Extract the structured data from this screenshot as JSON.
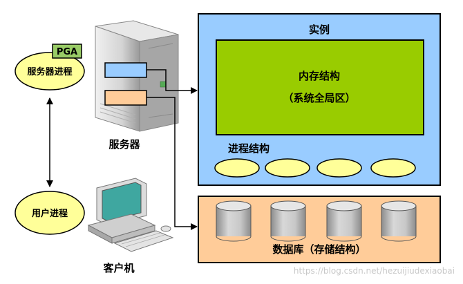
{
  "instance": {
    "title": "实例",
    "memory_title": "内存结构",
    "memory_subtitle": "（系统全局区）",
    "process_title": "进程结构"
  },
  "database": {
    "title": "数据库（存储结构）"
  },
  "server": {
    "label": "服务器"
  },
  "client": {
    "label": "客户机"
  },
  "server_process": {
    "label": "服务器进程",
    "pga_label": "PGA"
  },
  "user_process": {
    "label": "用户进程"
  },
  "watermark": "https://blog.csdn.net/hezuijiudexiaobai",
  "colors": {
    "instance_bg": "#99ccff",
    "memory_bg": "#99cc00",
    "process_ellipse": "#ffff99",
    "database_bg": "#ffcc99",
    "pga_bg": "#99cc66",
    "server_slot_blue": "#99ccff",
    "server_slot_orange": "#ffcc99"
  }
}
